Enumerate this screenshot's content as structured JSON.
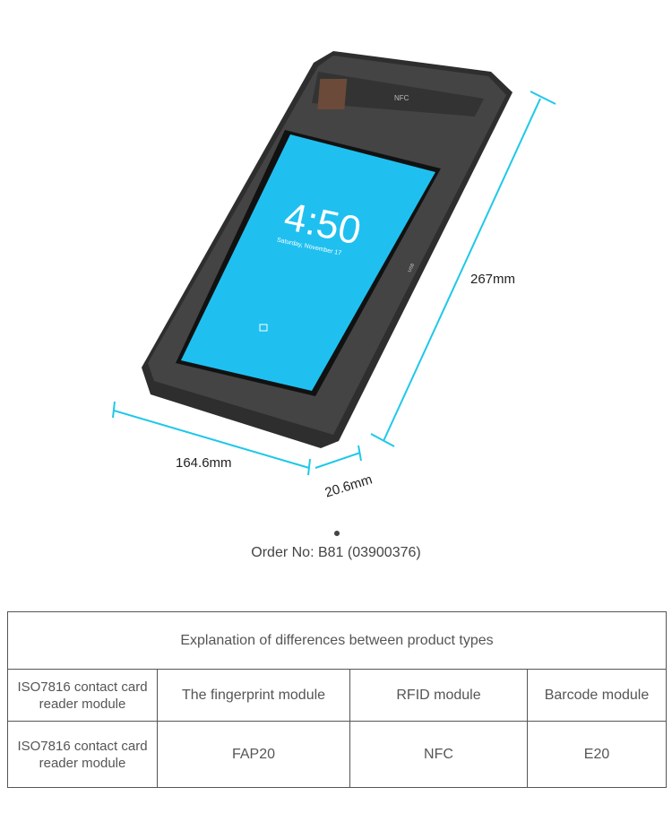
{
  "device": {
    "nfc_label": "NFC",
    "screen_time": "4:50",
    "screen_date": "Saturday, November 17",
    "port_label": "USB"
  },
  "dimensions": {
    "height": "267mm",
    "width": "164.6mm",
    "depth": "20.6mm"
  },
  "order_no": "Order No: B81 (03900376)",
  "table": {
    "title": "Explanation of differences between product types",
    "rows": [
      [
        "ISO7816 contact card reader module",
        "The fingerprint module",
        "RFID module",
        "Barcode module"
      ],
      [
        "ISO7816 contact card reader module",
        "FAP20",
        "NFC",
        "E20"
      ]
    ]
  },
  "colors": {
    "accent": "#1ec8e8",
    "device": "#3a3a3a",
    "screen": "#22b4ee"
  }
}
